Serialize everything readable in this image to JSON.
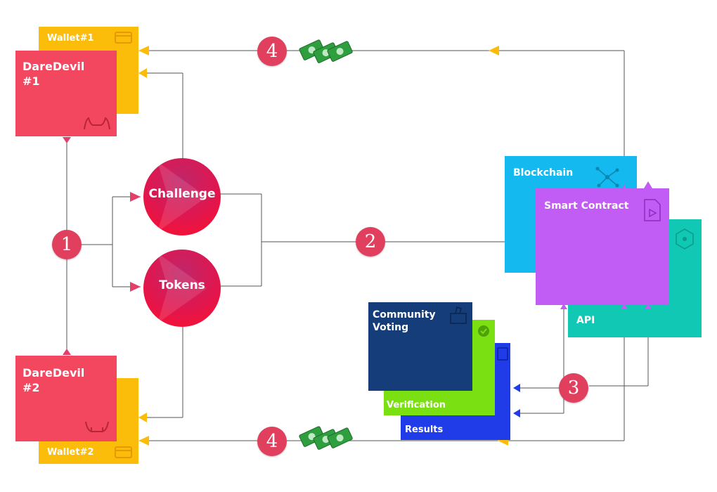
{
  "wallets": [
    {
      "label": "Wallet#1"
    },
    {
      "label": "Wallet#2"
    }
  ],
  "daredevils": [
    {
      "line1": "DareDevil",
      "line2": "#1"
    },
    {
      "line1": "DareDevil",
      "line2": "#2"
    }
  ],
  "circles": {
    "challenge": "Challenge",
    "tokens": "Tokens"
  },
  "blocks": {
    "blockchain": "Blockchain",
    "smart_contract": "Smart Contract",
    "api": "API",
    "community_voting_1": "Community",
    "community_voting_2": "Voting",
    "verification": "Verification",
    "results": "Results"
  },
  "badges": {
    "one": "1",
    "two": "2",
    "three": "3",
    "four_top": "4",
    "four_bottom": "4"
  },
  "colors": {
    "daredevil": "#f2475f",
    "wallet": "#fbbd0a",
    "blockchain": "#13b9ef",
    "smart_contract": "#c15cf5",
    "api": "#10c8b4",
    "community": "#143d7a",
    "verification": "#7be012",
    "results": "#1f3ce8",
    "badge": "#e0405e",
    "line": "#555555",
    "arrow_pink": "#e0406a",
    "arrow_yellow": "#fbbd0a",
    "money": "#2f9e3f"
  },
  "icons": [
    "wallet-icon",
    "devil-horns-icon",
    "network-icon",
    "document-icon",
    "hexagon-network-icon",
    "ballot-box-icon",
    "check-circle-icon",
    "clipboard-icon",
    "money-stack-icon"
  ]
}
